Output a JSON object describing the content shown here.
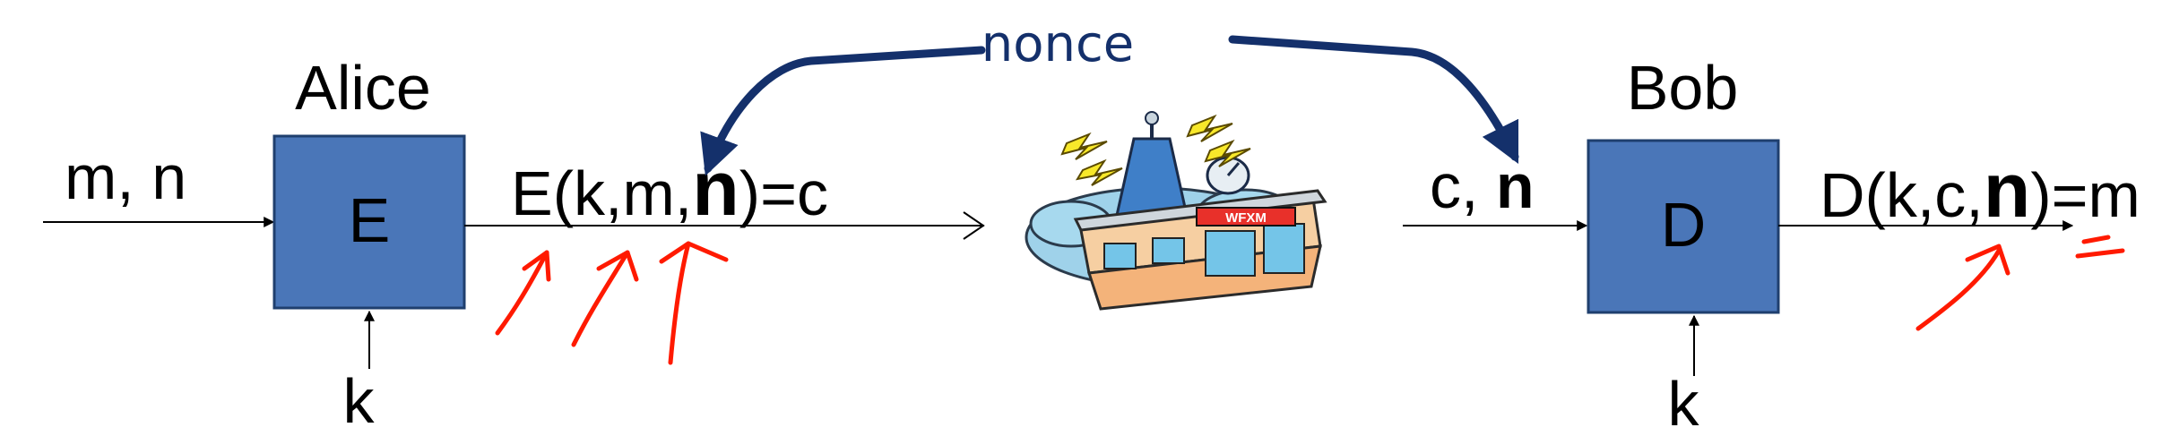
{
  "alice": {
    "name": "Alice",
    "input": "m, n",
    "box_label": "E",
    "key": "k",
    "output_prefix": "E(k,m,",
    "output_nonce": "n",
    "output_suffix": ")=c"
  },
  "bob": {
    "name": "Bob",
    "input_prefix": "c, ",
    "input_nonce": "n",
    "box_label": "D",
    "key": "k",
    "output_prefix": "D(k,c,",
    "output_nonce": "n",
    "output_suffix": ")=m"
  },
  "nonce_label": "nonce",
  "station_sign": "WFXM",
  "colors": {
    "box_fill": "#4a76b8",
    "box_stroke": "#1f3f6e",
    "nonce_arrow": "#14306b",
    "annotation": "#ff1a00",
    "text": "#000000"
  }
}
